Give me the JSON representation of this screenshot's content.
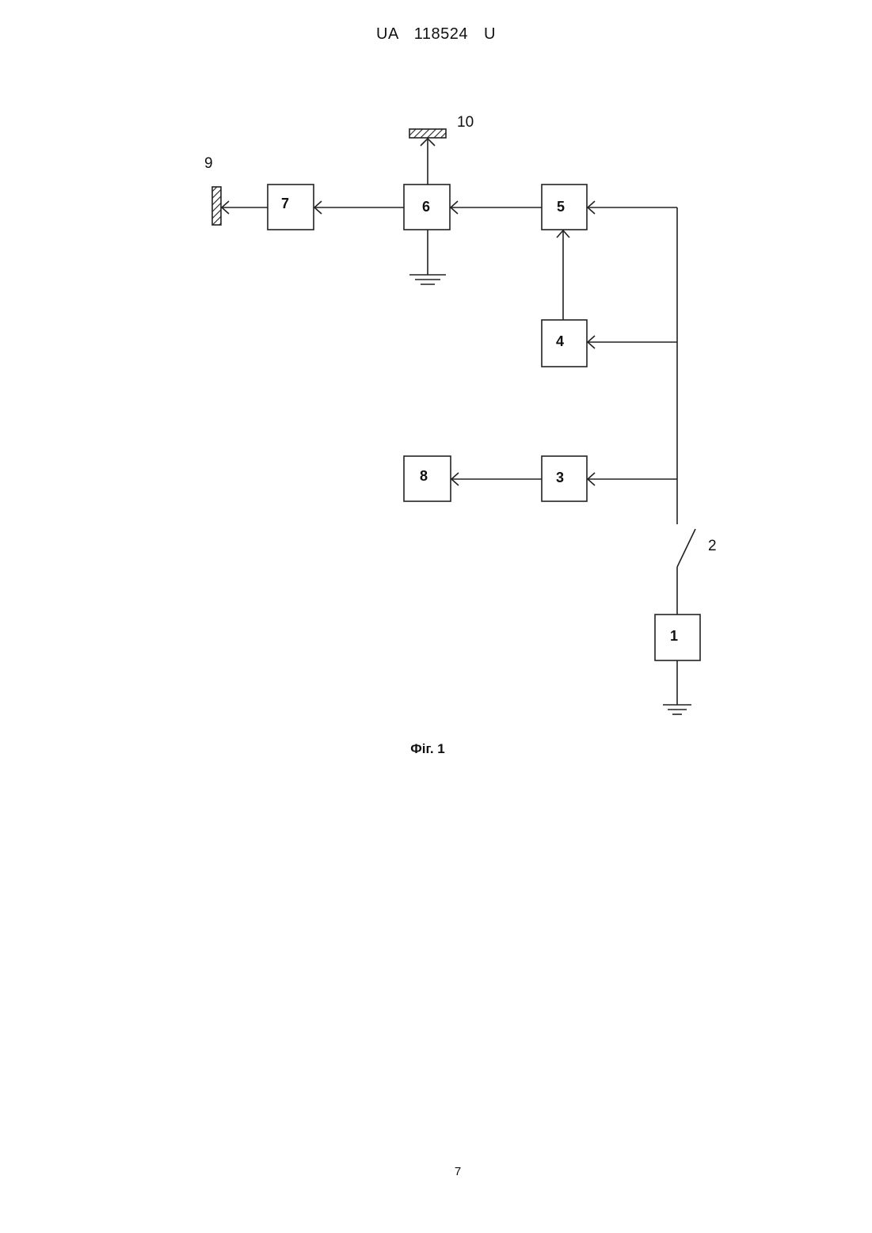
{
  "header": {
    "document_id": "UA 118524 U"
  },
  "figure": {
    "caption": "Фіг. 1",
    "blocks": [
      {
        "id": "1",
        "label": "1"
      },
      {
        "id": "3",
        "label": "3"
      },
      {
        "id": "4",
        "label": "4"
      },
      {
        "id": "5",
        "label": "5"
      },
      {
        "id": "6",
        "label": "6"
      },
      {
        "id": "7",
        "label": "7"
      },
      {
        "id": "8",
        "label": "8"
      }
    ],
    "reference_labels": {
      "switch": "2",
      "electrode_left": "9",
      "electrode_top": "10"
    }
  },
  "footer": {
    "page_number": "7"
  }
}
